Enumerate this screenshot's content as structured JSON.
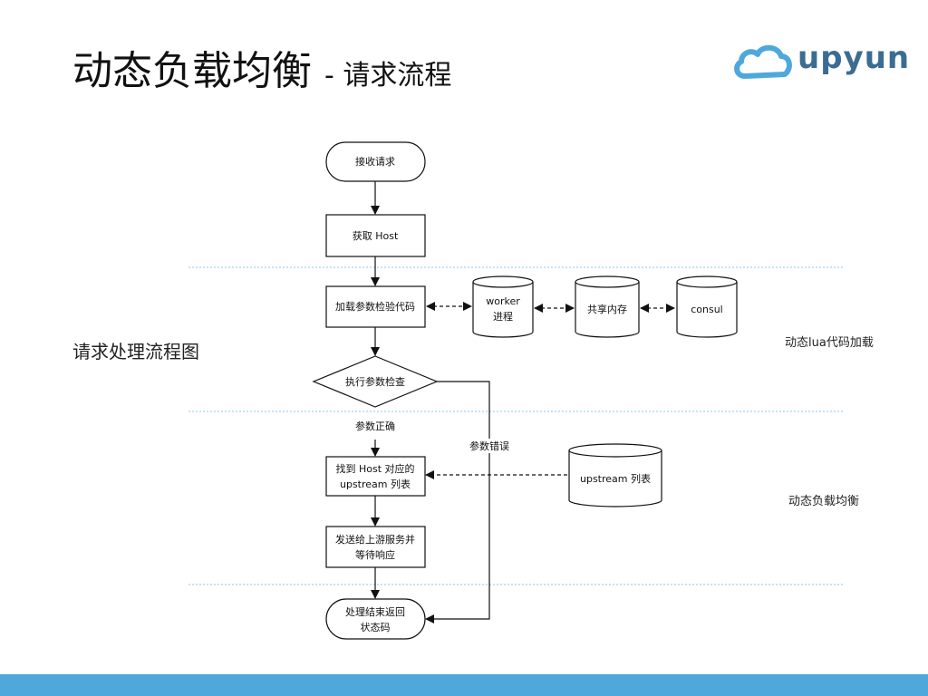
{
  "header": {
    "title_main": "动态负载均衡",
    "title_sub": "- 请求流程",
    "logo_text": "upyun",
    "logo_icon": "cloud-icon"
  },
  "side_title": "请求处理流程图",
  "zones": {
    "lua_label": "动态lua代码加载",
    "lb_label": "动态负载均衡"
  },
  "nodes": {
    "receive": "接收请求",
    "get_host": "获取 Host",
    "load_code": "加载参数检验代码",
    "worker_line1": "worker",
    "worker_line2": "进程",
    "shared_mem": "共享内存",
    "consul": "consul",
    "exec_check": "执行参数检查",
    "find_line1": "找到 Host 对应的",
    "find_line2": "upstream 列表",
    "upstream_list": "upstream 列表",
    "send_line1": "发送给上游服务并",
    "send_line2": "等待响应",
    "finish_line1": "处理结束返回",
    "finish_line2": "状态码"
  },
  "edges": {
    "param_ok": "参数正确",
    "param_err": "参数错误"
  },
  "colors": {
    "footer": "#4ea8dc",
    "logo_cloud": "#4ea8dc",
    "logo_text": "#3b6d93",
    "divider": "#8fc4e8"
  }
}
